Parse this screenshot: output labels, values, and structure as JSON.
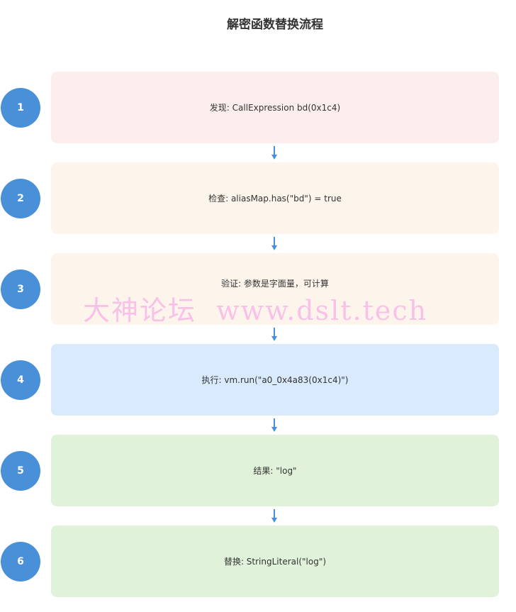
{
  "title": "解密函数替换流程",
  "steps": [
    {
      "num": "1",
      "text": "发现: CallExpression bd(0x1c4)",
      "color": "#fdeeee"
    },
    {
      "num": "2",
      "text": "检查: aliasMap.has(\"bd\") = true",
      "color": "#fdf5ec"
    },
    {
      "num": "3",
      "text": "验证: 参数是字面量，可计算",
      "color": "#fdf5ec"
    },
    {
      "num": "4",
      "text": "执行: vm.run(\"a0_0x4a83(0x1c4)\")",
      "color": "#d9eafc"
    },
    {
      "num": "5",
      "text": "结果: \"log\"",
      "color": "#e1f2da"
    },
    {
      "num": "6",
      "text": "替换: StringLiteral(\"log\")",
      "color": "#e1f2da"
    }
  ],
  "accent": "#4a90d9",
  "watermark": "大神论坛  www.dslt.tech"
}
